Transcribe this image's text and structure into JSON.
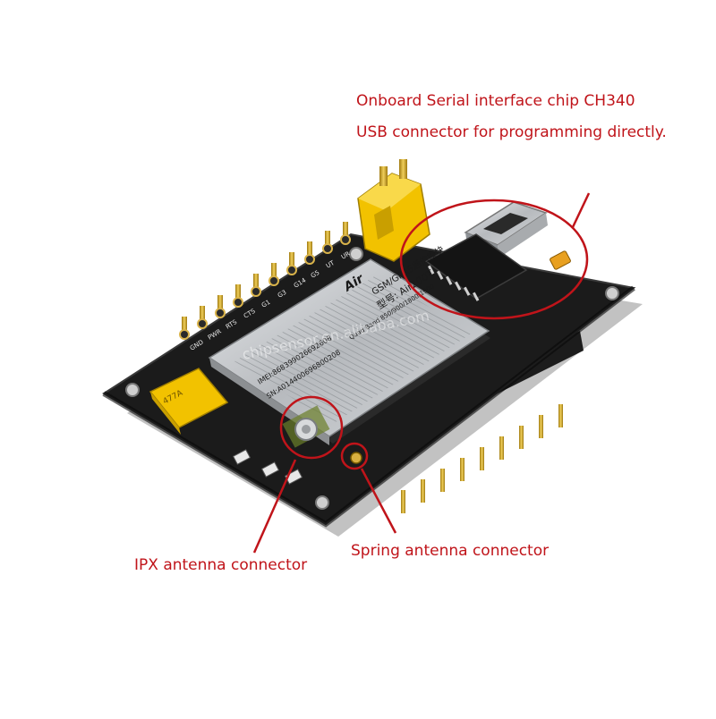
{
  "callouts": {
    "chip_line1": "Onboard Serial interface chip CH340",
    "chip_line2": "USB connector for programming directly.",
    "ipx": "IPX antenna connector",
    "spring": "Spring antenna connector"
  },
  "module": {
    "brand": "Air",
    "title": "GSM/GPRS通信模块",
    "model": "型号: Air200T",
    "band": "Quad Band 850/900/1800/1900",
    "imei": "IMEI:868399026692608",
    "sn": "SN:A014400696800208"
  },
  "pins_top": [
    "GND",
    "PWR",
    "RTS",
    "CTS",
    "G1",
    "G3",
    "G14",
    "G5",
    "UT",
    "UR"
  ],
  "capacitor_label": "477A",
  "watermark": "chipsensor.en.alibaba.com",
  "colors": {
    "accent": "#c0141a",
    "board": "#1b1b1b",
    "header_yellow": "#f2c200",
    "pin_gold": "#d8b040",
    "shield": "#b9bcbf"
  }
}
